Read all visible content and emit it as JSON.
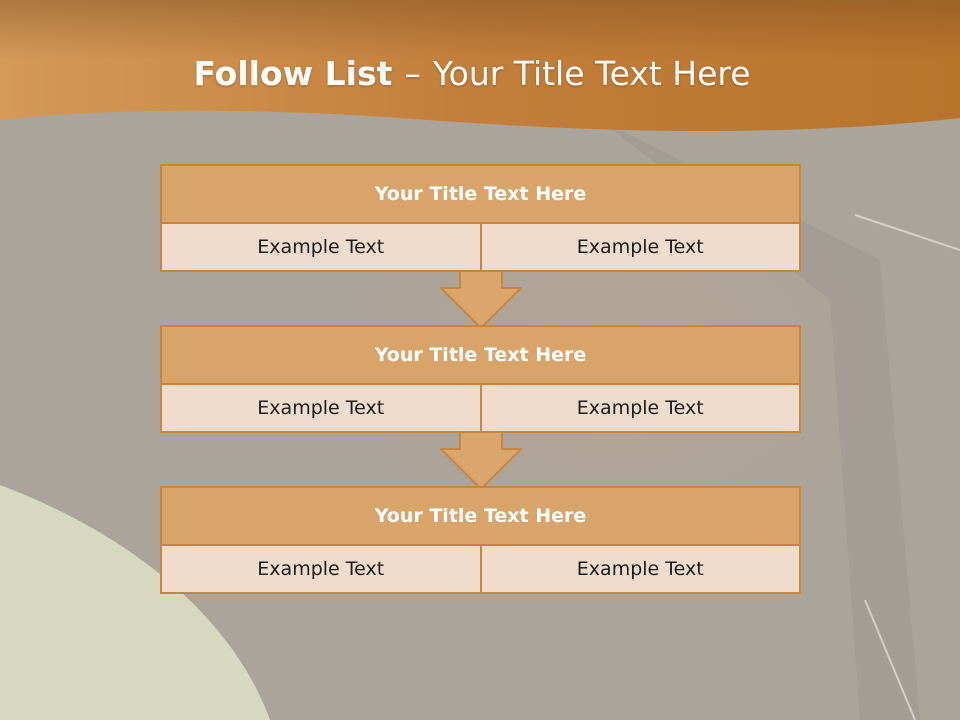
{
  "slide": {
    "title_bold": "Follow List",
    "title_sep": "–",
    "title_rest": "Your Title Text Here"
  },
  "blocks": [
    {
      "title": "Your Title Text Here",
      "cells": [
        "Example Text",
        "Example Text"
      ]
    },
    {
      "title": "Your Title Text Here",
      "cells": [
        "Example Text",
        "Example Text"
      ]
    },
    {
      "title": "Your Title Text Here",
      "cells": [
        "Example Text",
        "Example Text"
      ]
    }
  ],
  "colors": {
    "header_band": "#c07a30",
    "block_header": "#d8a46a",
    "block_row": "#efdccd",
    "block_border": "#c9843d",
    "background": "#a9a39a",
    "corner_accent": "#d6d8c0"
  }
}
